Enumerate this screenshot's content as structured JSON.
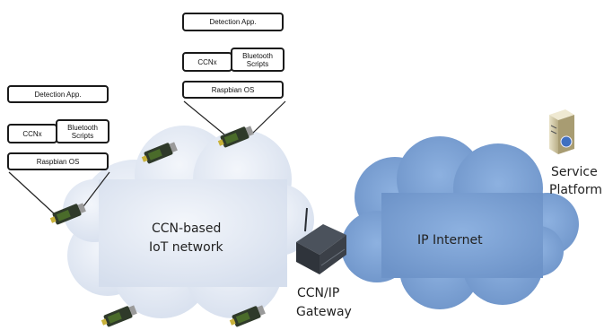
{
  "stacks": [
    {
      "detection_app": "Detection App.",
      "ccnx": "CCNx",
      "bluetooth_scripts": "Bluetooth\nScripts",
      "raspbian_os": "Raspbian OS"
    },
    {
      "detection_app": "Detection App.",
      "ccnx": "CCNx",
      "bluetooth_scripts": "Bluetooth\nScripts",
      "raspbian_os": "Raspbian OS"
    }
  ],
  "clouds": {
    "ccn_line1": "CCN-based",
    "ccn_line2": "IoT network",
    "ip": "IP Internet"
  },
  "gateway": {
    "line1": "CCN/IP",
    "line2": "Gateway"
  },
  "service": {
    "line1": "Service",
    "line2": "Platform"
  },
  "colors": {
    "ccn_cloud": "#e4eaf5",
    "ip_cloud": "#7fa4d6",
    "router": "#3b4048",
    "device": "#2f3a2a"
  }
}
